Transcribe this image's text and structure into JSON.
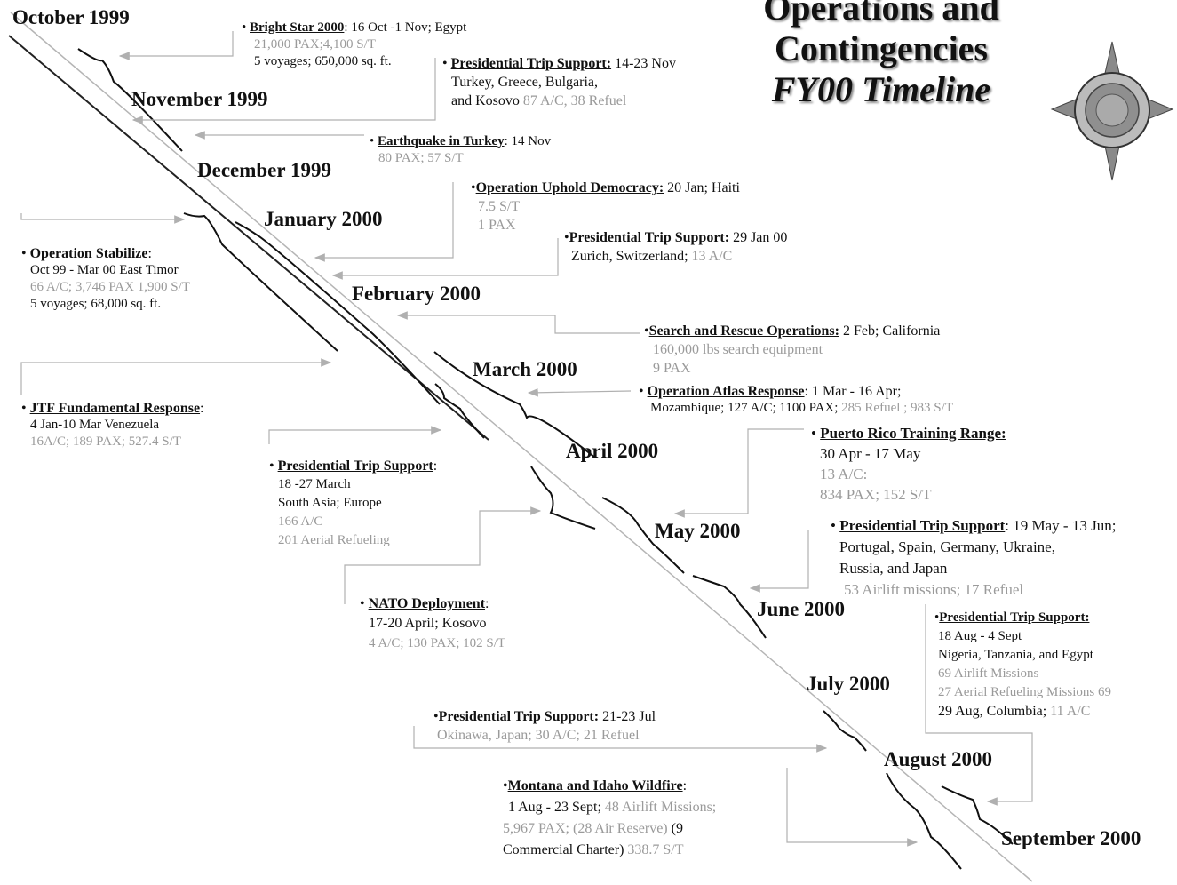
{
  "title": {
    "line1": "Operations and",
    "line2": "Contingencies",
    "line3": "FY00 Timeline"
  },
  "months": [
    "October 1999",
    "November 1999",
    "December 1999",
    "January 2000",
    "February 2000",
    "March 2000",
    "April 2000",
    "May 2000",
    "June 2000",
    "July 2000",
    "August 2000",
    "September 2000"
  ],
  "events": {
    "bright_star": {
      "heading": "Bright Star 2000",
      "l1": ": 16 Oct -1 Nov; Egypt",
      "l2": "21,000 PAX;4,100 S/T",
      "l3": "5 voyages; 650,000 sq. ft."
    },
    "pres_nov": {
      "heading": "Presidential Trip Support:",
      "l1": " 14-23 Nov",
      "l2": "Turkey,   Greece, Bulgaria,",
      "l3a": "and Kosovo",
      "l3b": "  87 A/C, 38 Refuel"
    },
    "earthquake": {
      "heading": "Earthquake in Turkey",
      "l1": ": 14 Nov",
      "l2": "80 PAX; 57 S/T"
    },
    "uphold": {
      "heading": "Operation Uphold Democracy:",
      "l1": "  20 Jan; Haiti",
      "l2": "7.5 S/T",
      "l3": "1 PAX"
    },
    "pres_jan": {
      "heading": "Presidential Trip Support:",
      "l1": "  29 Jan 00",
      "l2a": "Zurich, Switzerland;",
      "l2b": " 13 A/C"
    },
    "stabilize": {
      "heading": "Operation Stabilize",
      "l1": ":",
      "l2": "Oct 99 - Mar 00 East Timor",
      "l3": "66 A/C; 3,746 PAX 1,900 S/T",
      "l4": "5 voyages; 68,000 sq. ft."
    },
    "search": {
      "heading": "Search and Rescue Operations:",
      "l1": " 2 Feb; California",
      "l2": "160,000 lbs search equipment",
      "l3": "9 PAX"
    },
    "atlas": {
      "heading": "Operation Atlas Response",
      "l1": ": 1 Mar - 16 Apr;",
      "l2a": "Mozambique; 127 A/C; 1100 PAX;",
      "l2b": "  285 Refuel ; 983 S/T"
    },
    "jtf": {
      "heading": "JTF Fundamental Response",
      "l1": ":",
      "l2": "4 Jan-10 Mar Venezuela",
      "l3": "16A/C; 189 PAX; 527.4 S/T"
    },
    "puerto": {
      "heading": "Puerto Rico Training Range:",
      "l1": "30 Apr - 17 May",
      "l2": "13 A/C:",
      "l3": "834 PAX; 152 S/T"
    },
    "pres_mar": {
      "heading": "Presidential Trip Support",
      "l1": ":",
      "l2": "18 -27 March",
      "l3": "South Asia; Europe",
      "l4": "166 A/C",
      "l5": "201 Aerial Refueling"
    },
    "pres_may": {
      "heading": "Presidential Trip Support",
      "l1": ": 19 May - 13 Jun;",
      "l2": "Portugal, Spain, Germany, Ukraine,",
      "l3": "Russia, and Japan",
      "l4": "53 Airlift missions; 17 Refuel"
    },
    "nato": {
      "heading": "NATO Deployment",
      "l1": ":",
      "l2": "17-20 April; Kosovo",
      "l3": "4 A/C; 130 PAX; 102 S/T"
    },
    "pres_aug": {
      "heading": "Presidential Trip Support:",
      "l2": "18 Aug - 4 Sept",
      "l3": "Nigeria, Tanzania, and Egypt",
      "l4": "69 Airlift Missions",
      "l5": "27 Aerial Refueling Missions 69",
      "l6a": "29 Aug, Columbia;",
      "l6b": " 11 A/C"
    },
    "pres_jul": {
      "heading": "Presidential Trip Support:",
      "l1": "  21-23 Jul",
      "l2": "Okinawa, Japan; 30 A/C; 21 Refuel"
    },
    "wildfire": {
      "heading": "Montana and Idaho Wildfire",
      "l1": ":",
      "l2a": "1 Aug - 23 Sept;",
      "l2b": "  48 Airlift Missions;",
      "l3a": "5,967 PAX;  (28 Air Reserve)",
      "l3b": "  (9",
      "l4a": "Commercial Charter)",
      "l4b": " 338.7 S/T"
    }
  },
  "colors": {
    "text": "#111111",
    "muted": "#9a9a9a",
    "connector": "#b0b0b0"
  },
  "icons": [
    "bullet-icon",
    "arrow-icon",
    "bracket-icon",
    "seal-icon"
  ]
}
